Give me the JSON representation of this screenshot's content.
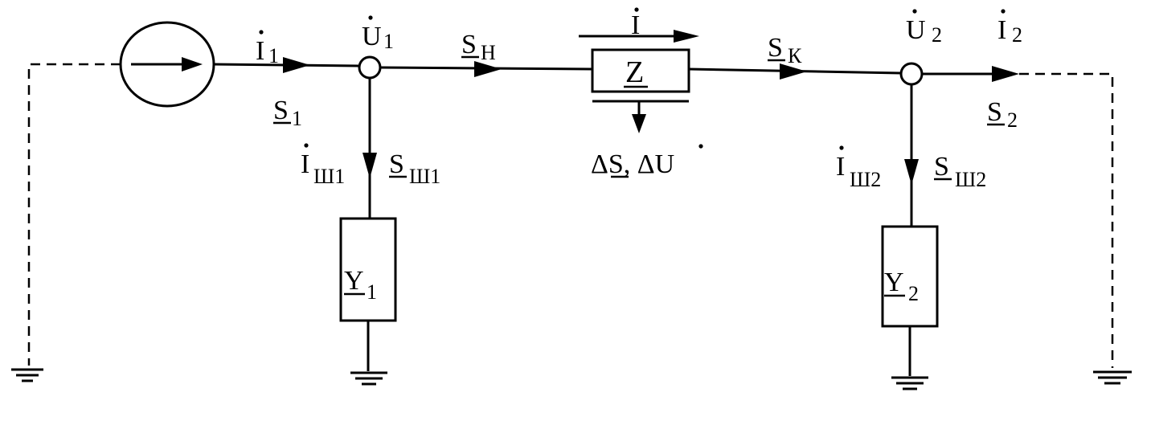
{
  "source": {
    "label": ""
  },
  "node1": {
    "voltage": "U",
    "voltage_sub": "1",
    "injection_current": "I",
    "injection_current_sub": "1",
    "injection_power": "S",
    "injection_power_sub": "1",
    "shunt_current": "I",
    "shunt_current_sub": "Ш1",
    "shunt_power": "S",
    "shunt_power_sub": "Ш1",
    "admittance": "Y",
    "admittance_sub": "1"
  },
  "branch": {
    "impedance": "Z",
    "current": "I",
    "start_power": "S",
    "start_power_sub": "Н",
    "end_power": "S",
    "end_power_sub": "К",
    "losses": "ΔS, ΔU"
  },
  "node2": {
    "voltage": "U",
    "voltage_sub": "2",
    "output_current": "I",
    "output_current_sub": "2",
    "output_power": "S",
    "output_power_sub": "2",
    "shunt_current": "I",
    "shunt_current_sub": "Ш2",
    "shunt_power": "S",
    "shunt_power_sub": "Ш2",
    "admittance": "Y",
    "admittance_sub": "2"
  }
}
